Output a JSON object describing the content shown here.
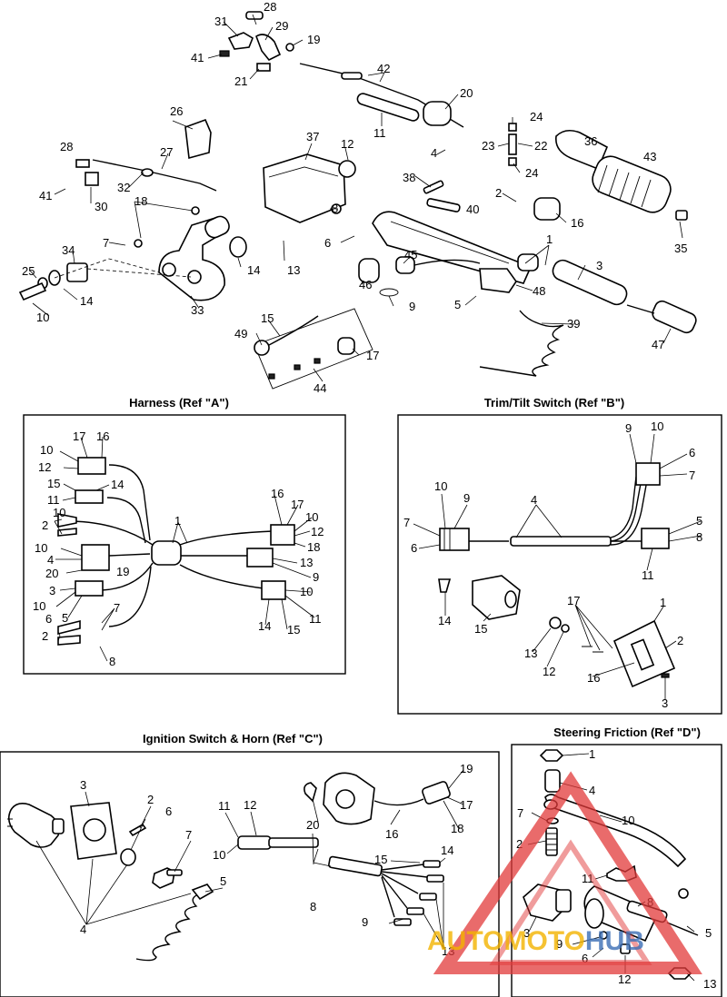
{
  "sections": {
    "harness": "Harness (Ref \"A\")",
    "trim_tilt": "Trim/Tilt Switch (Ref \"B\")",
    "ignition": "Ignition Switch & Horn (Ref \"C\")",
    "steering": "Steering Friction (Ref \"D\")"
  },
  "watermark": {
    "text_part1": "AUTO",
    "text_part2": "MOTO",
    "text_part3": "HUB",
    "color_red": "#e23a3a",
    "color_yellow": "#f3b300",
    "color_blue": "#3b6fb6"
  },
  "main_callouts": [
    "28",
    "31",
    "29",
    "19",
    "41",
    "21",
    "42",
    "20",
    "26",
    "11",
    "24",
    "37",
    "12",
    "36",
    "43",
    "23",
    "22",
    "4",
    "24",
    "28",
    "27",
    "38",
    "2",
    "32",
    "40",
    "18",
    "8",
    "16",
    "41",
    "30",
    "6",
    "35",
    "1",
    "7",
    "3",
    "34",
    "14",
    "13",
    "45",
    "25",
    "46",
    "48",
    "14",
    "33",
    "5",
    "9",
    "10",
    "15",
    "39",
    "49",
    "47",
    "17",
    "44"
  ],
  "harness_callouts": [
    "17",
    "16",
    "10",
    "12",
    "15",
    "14",
    "11",
    "10",
    "2",
    "1",
    "16",
    "17",
    "10",
    "12",
    "10",
    "18",
    "4",
    "20",
    "19",
    "13",
    "9",
    "3",
    "10",
    "14",
    "10",
    "6",
    "5",
    "15",
    "11",
    "7",
    "2",
    "8"
  ],
  "trim_callouts": [
    "9",
    "10",
    "6",
    "7",
    "10",
    "9",
    "4",
    "7",
    "5",
    "6",
    "8",
    "11",
    "14",
    "15",
    "17",
    "1",
    "13",
    "2",
    "12",
    "16",
    "3"
  ],
  "ignition_callouts": [
    "3",
    "2",
    "6",
    "7",
    "4",
    "5",
    "11",
    "12",
    "10",
    "8",
    "20",
    "19",
    "17",
    "16",
    "18",
    "15",
    "14",
    "9",
    "13"
  ],
  "steering_callouts": [
    "1",
    "4",
    "7",
    "10",
    "2",
    "11",
    "8",
    "3",
    "5",
    "9",
    "6",
    "12",
    "13"
  ]
}
